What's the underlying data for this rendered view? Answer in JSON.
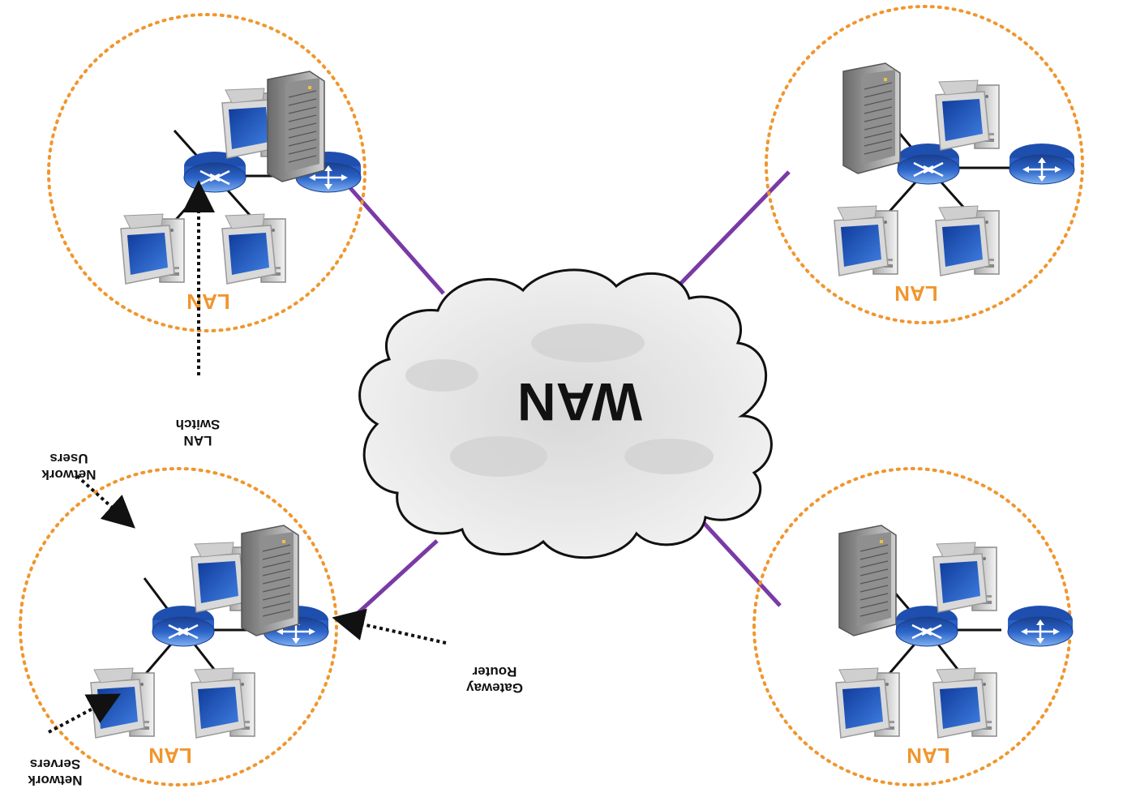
{
  "diagram": {
    "wan_label": "WAN",
    "lan_label": "LAN",
    "callouts": {
      "lan_switch": [
        "LAN",
        "Switch"
      ],
      "network_users": [
        "Network",
        "Users"
      ],
      "gateway_router": [
        "Gateway",
        "Router"
      ],
      "network_servers": [
        "Network",
        "Servers"
      ]
    },
    "orientation": "rotated 180 degrees",
    "colors": {
      "lan_boundary": "#f0962e",
      "wan_link": "#7a3aa6",
      "cloud_fill": "#e6e6e6",
      "device_blue": "#2a63c9",
      "lan_link": "#111111"
    },
    "icons": [
      "workstation-icon",
      "server-icon",
      "switch-icon",
      "router-icon",
      "cloud-icon"
    ]
  }
}
